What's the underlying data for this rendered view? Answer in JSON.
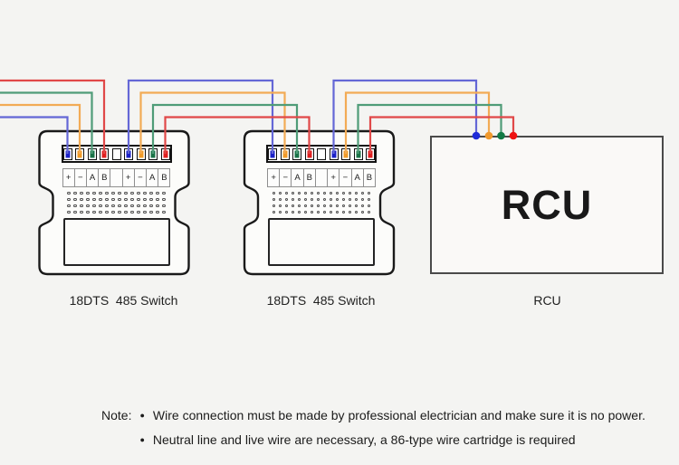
{
  "colors": {
    "background": "#f4f4f2",
    "device_fill": "#fcfcfa",
    "device_outline": "#1a1a1a",
    "wire": {
      "blue": "#6467d6",
      "orange": "#f2ab55",
      "green": "#4f9c78",
      "red": "#e04848"
    },
    "terminal": {
      "blue": "#1b21c8",
      "orange": "#f09a28",
      "green": "#1a7347",
      "red": "#e01f1f",
      "empty": "#ffffff"
    },
    "dot": {
      "blue": "#1f2bd8",
      "orange": "#f0992d",
      "green": "#117a45",
      "red": "#ee1212"
    }
  },
  "devices": [
    {
      "id": "switch-1",
      "label": "18DTS  485 Switch"
    },
    {
      "id": "switch-2",
      "label": "18DTS  485 Switch"
    }
  ],
  "terminal_colors": [
    "blue",
    "orange",
    "green",
    "red",
    "empty",
    "blue",
    "orange",
    "green",
    "red"
  ],
  "terminal_labels": [
    "+",
    "−",
    "A",
    "B",
    "",
    "+",
    "−",
    "A",
    "B"
  ],
  "rcu": {
    "title": "RCU",
    "label": "RCU"
  },
  "wiring": {
    "left_inputs": [
      "red",
      "green",
      "orange",
      "blue"
    ],
    "switch1_to_switch2": [
      "blue",
      "orange",
      "green",
      "red"
    ],
    "switch2_to_rcu": [
      "blue",
      "orange",
      "green",
      "red"
    ]
  },
  "notes": {
    "label": "Note:",
    "bullet": "●",
    "items": [
      "Wire connection must be made by professional electrician and make sure it is no power.",
      "Neutral line and live wire are necessary, a 86-type wire cartridge is required"
    ]
  }
}
